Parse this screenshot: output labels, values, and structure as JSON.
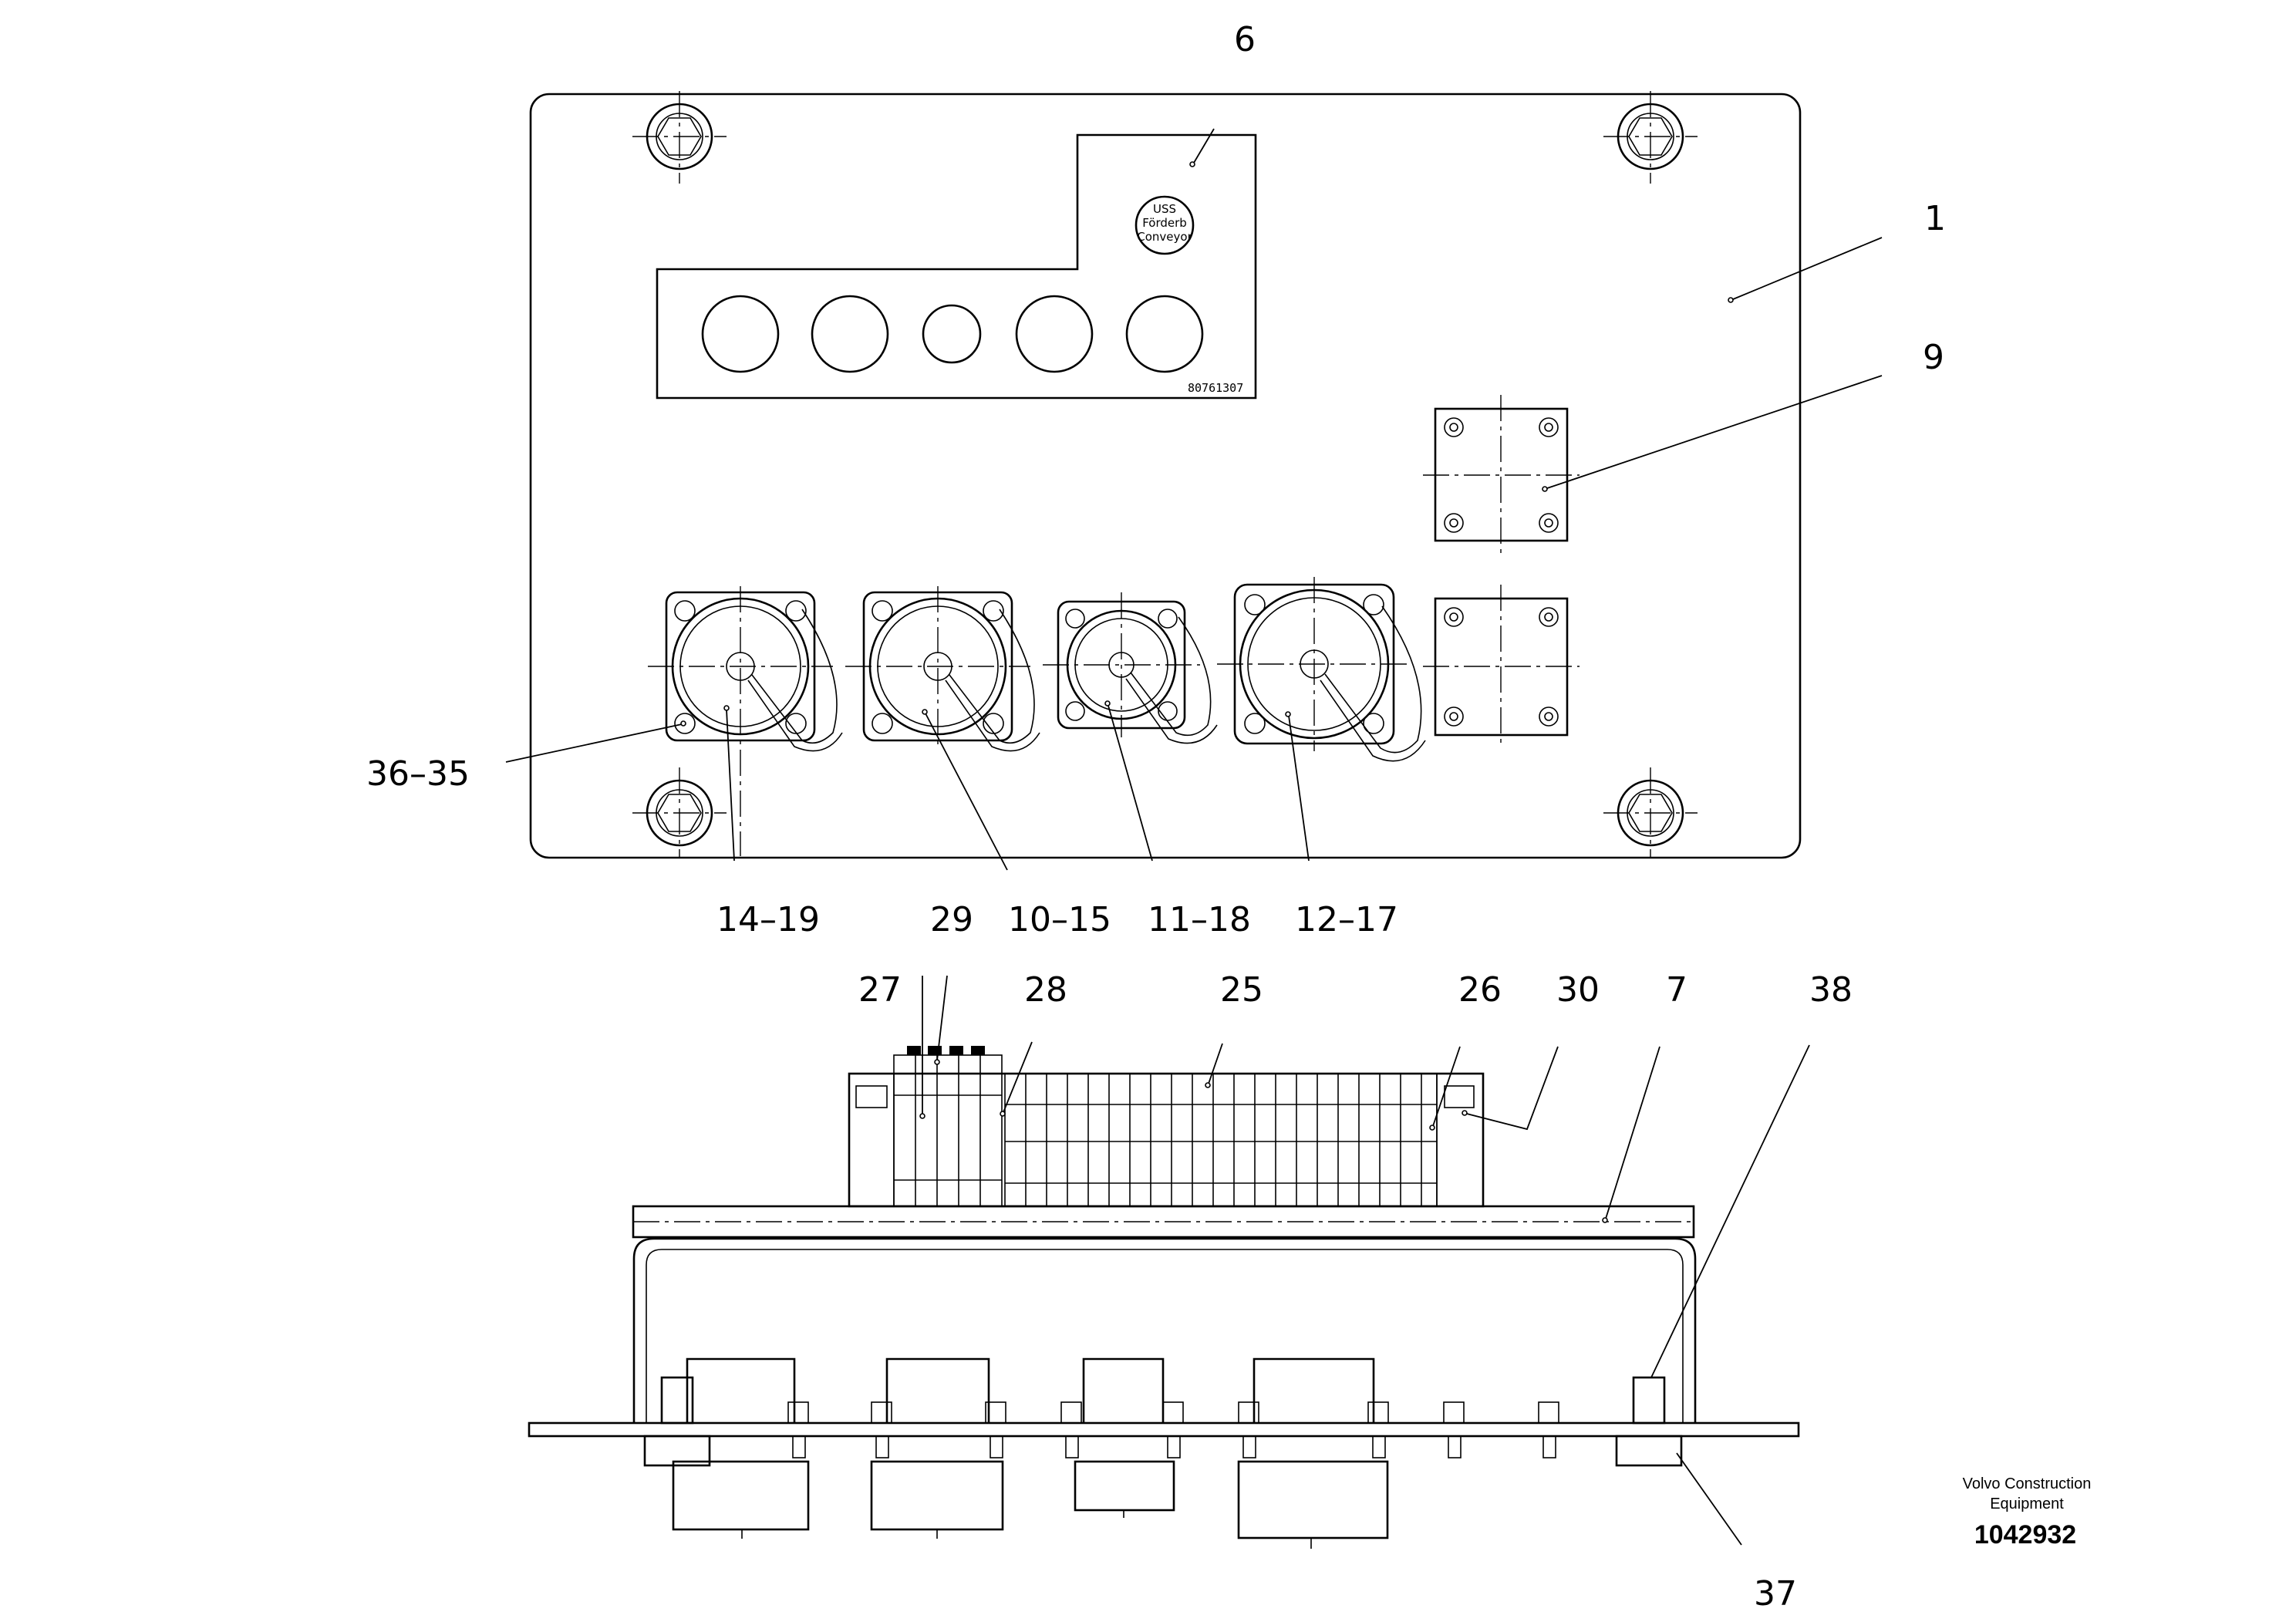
{
  "callouts": {
    "c6": "6",
    "c1": "1",
    "c9": "9",
    "c3635": "36–35",
    "c1419": "14–19",
    "c29": "29",
    "c1015": "10–15",
    "c1118": "11–18",
    "c1217": "12–17",
    "c27": "27",
    "c28": "28",
    "c25": "25",
    "c26": "26",
    "c30": "30",
    "c7": "7",
    "c38": "38",
    "c37": "37"
  },
  "plate": {
    "part_number": "80761307",
    "badge_lines": [
      "USS",
      "Förderb",
      "Conveyor"
    ]
  },
  "footer": {
    "brand_line1": "Volvo Construction",
    "brand_line2": "Equipment",
    "doc_number": "1042932"
  }
}
